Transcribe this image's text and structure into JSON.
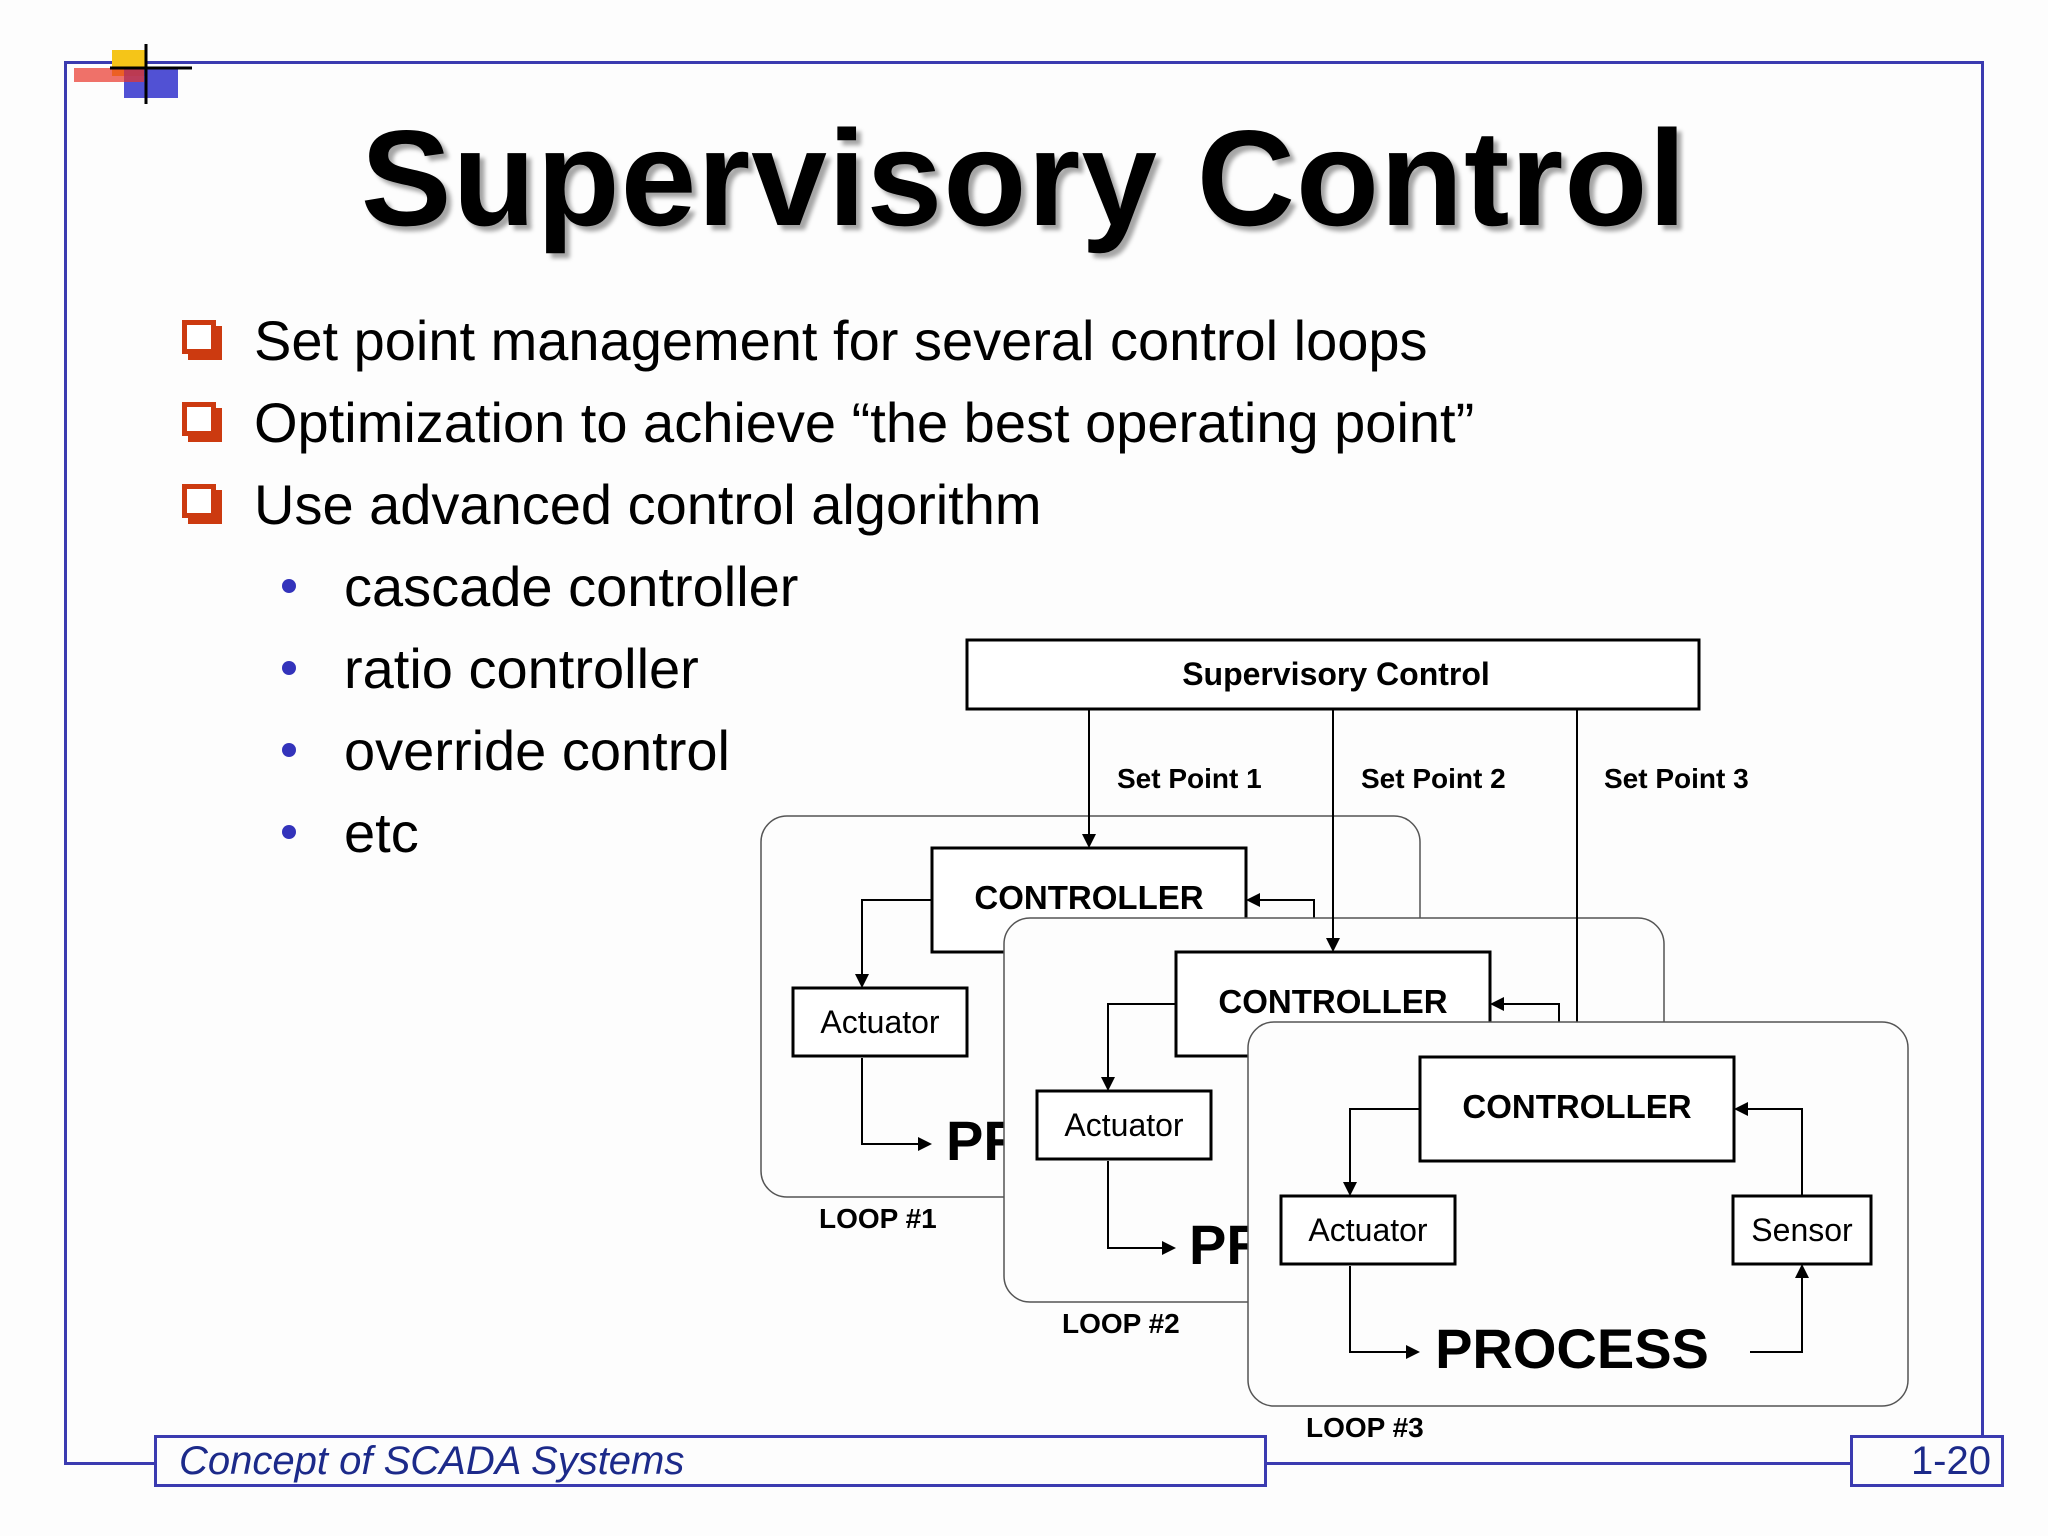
{
  "slide": {
    "title": "Supervisory Control",
    "bullets": [
      "Set point management for several control loops",
      "Optimization to achieve “the best operating point”",
      "Use advanced control algorithm"
    ],
    "sub_bullets": [
      "cascade controller",
      "ratio controller",
      "override control",
      "etc"
    ]
  },
  "diagram": {
    "supervisor_label": "Supervisory Control",
    "set_points": [
      "Set Point 1",
      "Set Point 2",
      "Set Point 3"
    ],
    "controller_label": "CONTROLLER",
    "actuator_label": "Actuator",
    "sensor_label": "Sensor",
    "process_label": "PROCESS",
    "process_partial": "PR",
    "loops": [
      "LOOP #1",
      "LOOP #2",
      "LOOP #3"
    ]
  },
  "footer": {
    "course": "Concept of SCADA Systems",
    "page": "1-20"
  },
  "colors": {
    "frame": "#3b3bb0",
    "checkbox": "#cc3a10",
    "sub_bullet_dot": "#3333bb",
    "footer_text": "#1c2a8a"
  }
}
